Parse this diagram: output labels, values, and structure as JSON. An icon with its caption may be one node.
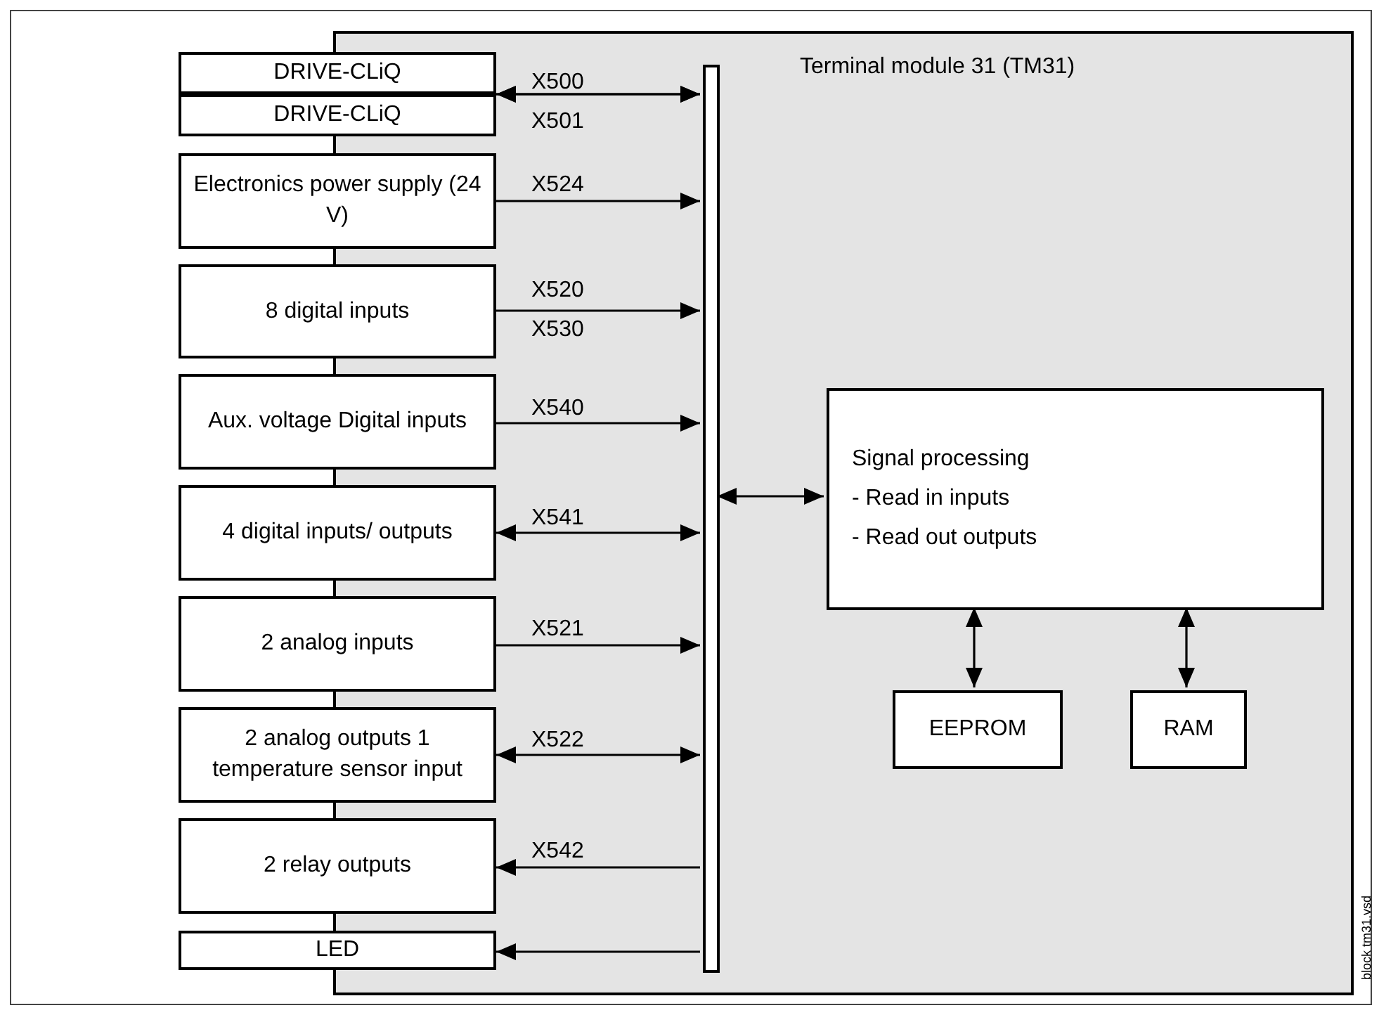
{
  "diagram": {
    "nodes": [
      {
        "text": [
          "Terminal module 31 (TM31)"
        ]
      },
      {
        "text": [
          "DRIVE-CLiQ"
        ]
      },
      {
        "text": [
          "DRIVE-CLiQ"
        ]
      },
      {
        "text": [
          "Electronics power supply (24 V)"
        ]
      },
      {
        "text": [
          "8 digital inputs"
        ]
      },
      {
        "text": [
          "Aux. voltage Digital inputs"
        ]
      },
      {
        "text": [
          "4 digital inputs/ outputs"
        ]
      },
      {
        "text": [
          "2 analog inputs"
        ]
      },
      {
        "text": [
          "2 analog outputs 1 temperature sensor input"
        ]
      },
      {
        "text": [
          "2 relay outputs"
        ]
      },
      {
        "text": [
          "LED"
        ]
      },
      {
        "text": [],
        "shape": "bar",
        "in": 0
      },
      {
        "text": [
          "Signal processing",
          "- Read in inputs",
          "- Read out outputs"
        ],
        "in": 0
      },
      {
        "text": [
          "EEPROM"
        ],
        "in": 0
      },
      {
        "text": [
          "RAM"
        ],
        "in": 0
      }
    ],
    "edges": [
      {
        "from": 1,
        "to": 11,
        "arrow": "both",
        "label": "X500"
      },
      {
        "from": 2,
        "to": 11,
        "arrow": "both",
        "label": "X501"
      },
      {
        "from": 3,
        "to": 11,
        "arrow": "to",
        "label": "X524"
      },
      {
        "from": 4,
        "to": 11,
        "arrow": "to",
        "label": "X520 X530"
      },
      {
        "from": 5,
        "to": 11,
        "arrow": "to",
        "label": "X540"
      },
      {
        "from": 6,
        "to": 11,
        "arrow": "both",
        "label": "X541"
      },
      {
        "from": 7,
        "to": 11,
        "arrow": "to",
        "label": "X521"
      },
      {
        "from": 8,
        "to": 11,
        "arrow": "both",
        "label": "X522"
      },
      {
        "from": 11,
        "to": 9,
        "arrow": "to",
        "label": "X542"
      },
      {
        "from": 11,
        "to": 10,
        "arrow": "to"
      },
      {
        "from": 11,
        "to": 12,
        "arrow": "both"
      },
      {
        "from": 12,
        "to": 13,
        "arrow": "both"
      },
      {
        "from": 12,
        "to": 14,
        "arrow": "both"
      }
    ],
    "labels": [
      "block tm31.vsd"
    ]
  }
}
